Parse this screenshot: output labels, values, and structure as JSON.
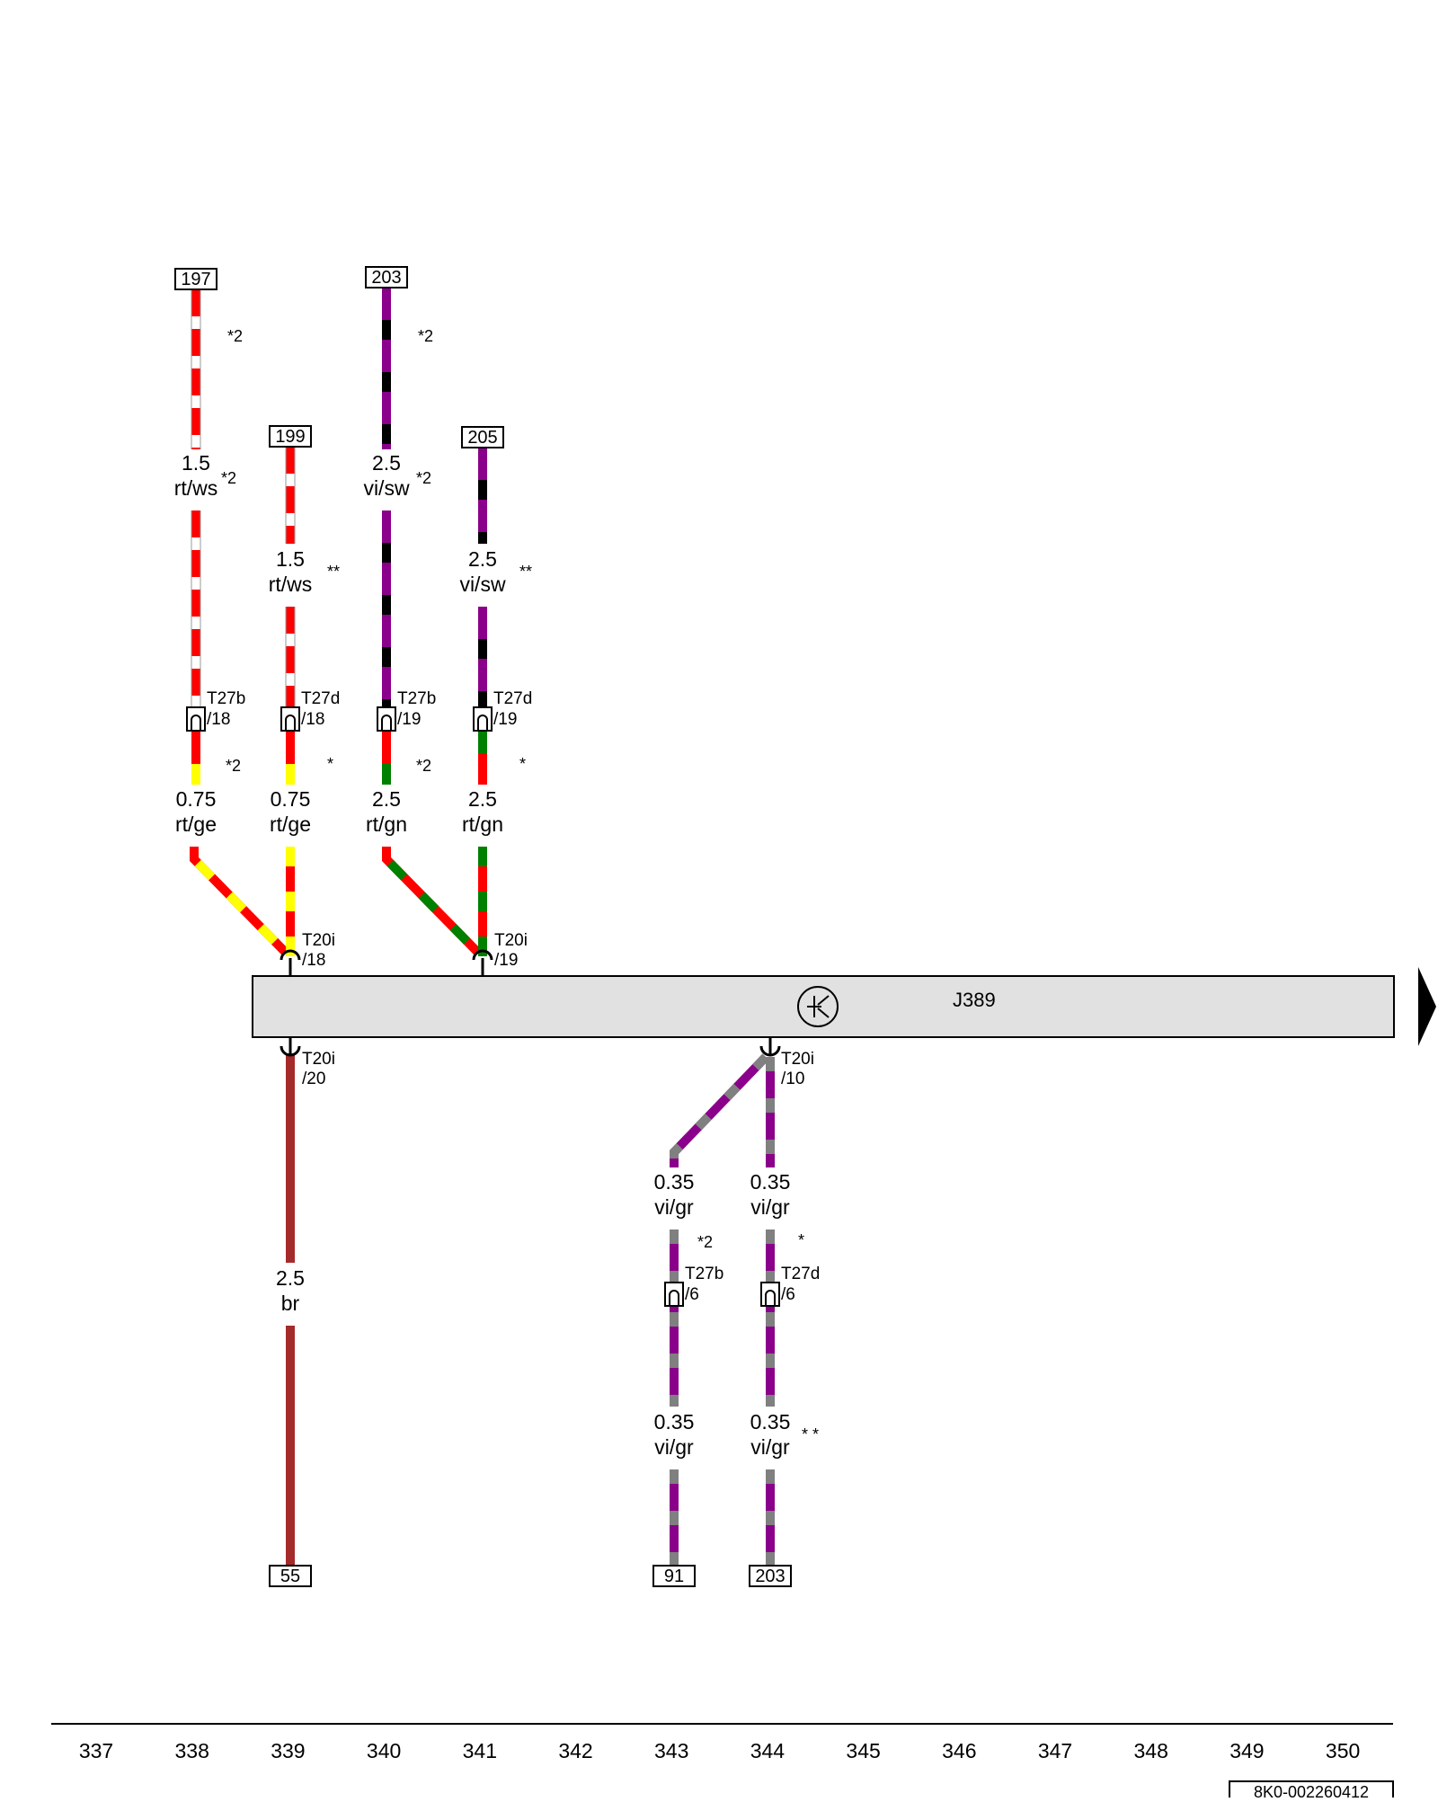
{
  "diagram": {
    "control_unit": {
      "label": "J389",
      "symbol": "transistor-symbol-icon",
      "fill_color": "#e1e1e1"
    },
    "colors": {
      "rt": "#ff0000",
      "ws": "#ffffff",
      "vi": "#8b008b",
      "sw": "#000000",
      "ge": "#ffff00",
      "gn": "#008000",
      "gr": "#808080",
      "br": "#a52a2a"
    },
    "top_refs": [
      "197",
      "199",
      "203",
      "205"
    ],
    "bottom_refs": [
      "55",
      "91",
      "203"
    ],
    "wire_labels": [
      {
        "size": "1.5",
        "color": "rt/ws"
      },
      {
        "size": "1.5",
        "color": "rt/ws"
      },
      {
        "size": "2.5",
        "color": "vi/sw"
      },
      {
        "size": "2.5",
        "color": "vi/sw"
      },
      {
        "size": "0.75",
        "color": "rt/ge"
      },
      {
        "size": "0.75",
        "color": "rt/ge"
      },
      {
        "size": "2.5",
        "color": "rt/gn"
      },
      {
        "size": "2.5",
        "color": "rt/gn"
      },
      {
        "size": "2.5",
        "color": "br"
      },
      {
        "size": "0.35",
        "color": "vi/gr"
      },
      {
        "size": "0.35",
        "color": "vi/gr"
      },
      {
        "size": "0.35",
        "color": "vi/gr"
      },
      {
        "size": "0.35",
        "color": "vi/gr"
      }
    ],
    "footnotes": [
      "*2",
      "*2",
      "**",
      "*2",
      "**",
      "*2",
      "*",
      "*2",
      "*",
      "*2",
      "*",
      "*2",
      "* *"
    ],
    "connectors": [
      {
        "name": "T27b",
        "pin": "/18"
      },
      {
        "name": "T27d",
        "pin": "/18"
      },
      {
        "name": "T27b",
        "pin": "/19"
      },
      {
        "name": "T27d",
        "pin": "/19"
      },
      {
        "name": "T27b",
        "pin": "/6"
      },
      {
        "name": "T27d",
        "pin": "/6"
      }
    ],
    "module_pins": [
      {
        "name": "T20i",
        "pin": "/18"
      },
      {
        "name": "T20i",
        "pin": "/19"
      },
      {
        "name": "T20i",
        "pin": "/20"
      },
      {
        "name": "T20i",
        "pin": "/10"
      }
    ],
    "scale": [
      "337",
      "338",
      "339",
      "340",
      "341",
      "342",
      "343",
      "344",
      "345",
      "346",
      "347",
      "348",
      "349",
      "350"
    ],
    "doc_number": "8K0-002260412",
    "continuation_marker": "continuation-arrow-icon"
  }
}
